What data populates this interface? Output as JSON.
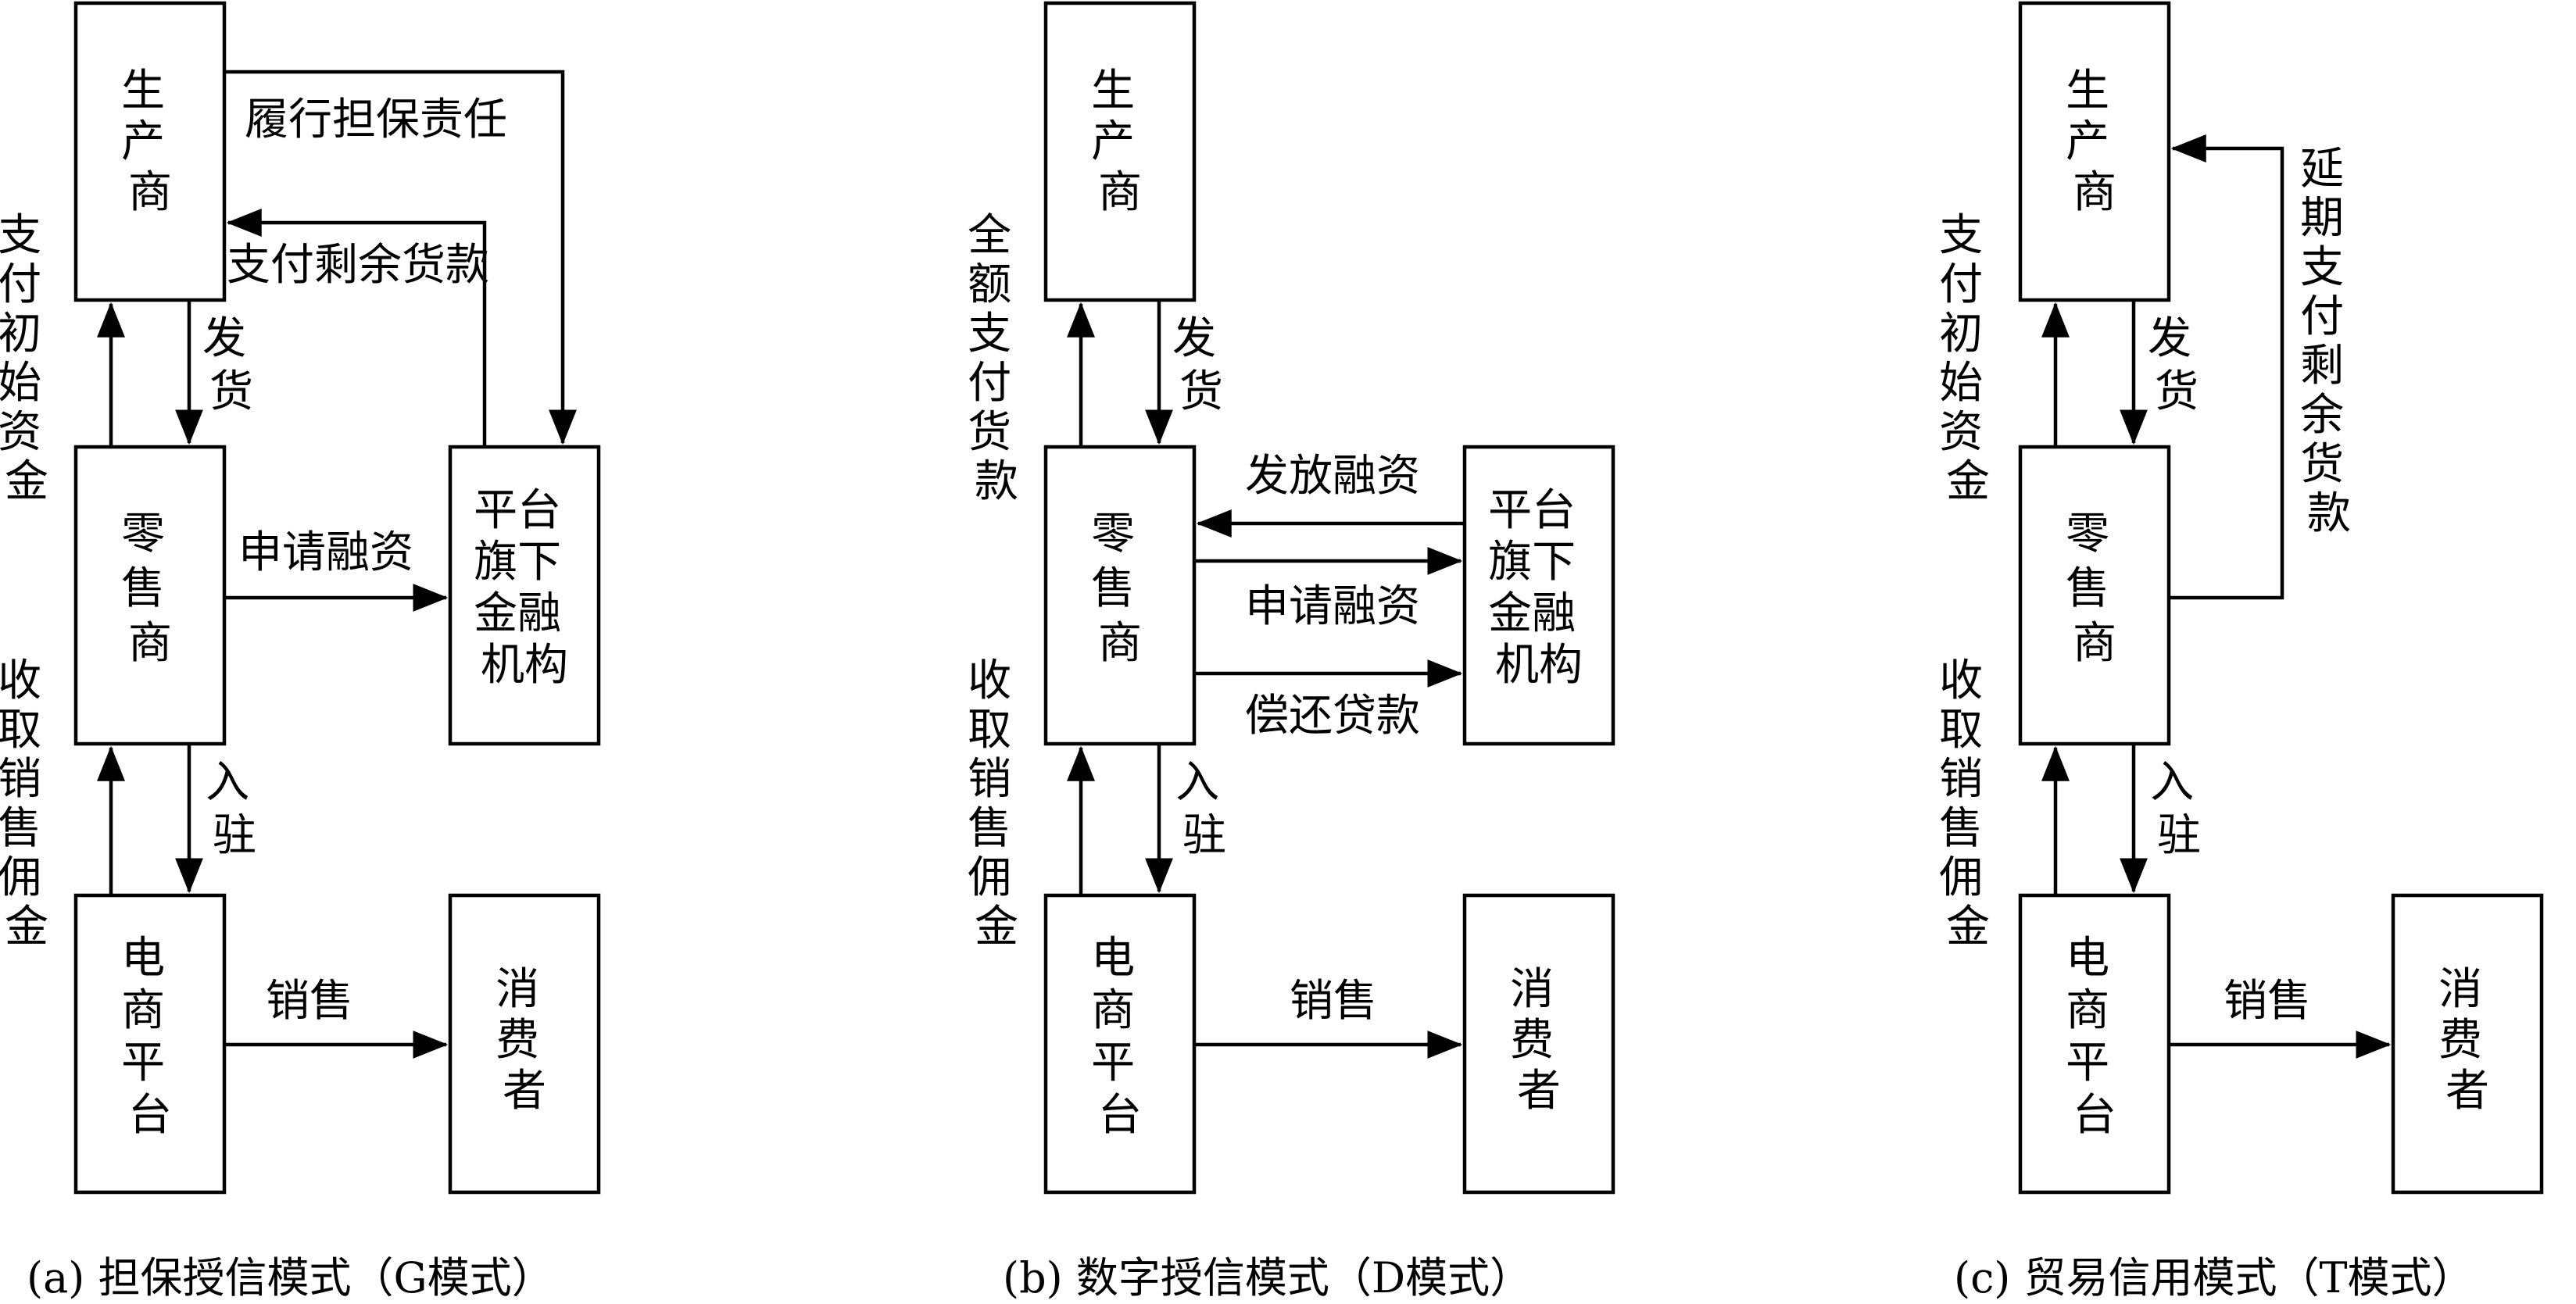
{
  "panels": [
    {
      "caption": "(a) 担保授信模式（G模式）",
      "boxes": {
        "producer": [
          "生",
          "产",
          "商"
        ],
        "retailer": [
          "零",
          "售",
          "商"
        ],
        "platform": [
          "电",
          "商",
          "平",
          "台"
        ],
        "consumer": [
          "消",
          "费",
          "者"
        ],
        "finance": [
          "平台",
          "旗下",
          "金融",
          "机构"
        ]
      },
      "labels": {
        "guarantee": "履行担保责任",
        "pay_remaining": "支付剩余货款",
        "ship": [
          "发",
          "货"
        ],
        "pay_initial": [
          "支",
          "付",
          "初",
          "始",
          "资",
          "金"
        ],
        "apply": "申请融资",
        "commission": [
          "收",
          "取",
          "销",
          "售",
          "佣",
          "金"
        ],
        "join": [
          "入",
          "驻"
        ],
        "sell": "销售"
      }
    },
    {
      "caption": "(b) 数字授信模式（D模式）",
      "boxes": {
        "producer": [
          "生",
          "产",
          "商"
        ],
        "retailer": [
          "零",
          "售",
          "商"
        ],
        "platform": [
          "电",
          "商",
          "平",
          "台"
        ],
        "consumer": [
          "消",
          "费",
          "者"
        ],
        "finance": [
          "平台",
          "旗下",
          "金融",
          "机构"
        ]
      },
      "labels": {
        "full_pay": [
          "全",
          "额",
          "支",
          "付",
          "货",
          "款"
        ],
        "ship": [
          "发",
          "货"
        ],
        "issue": "发放融资",
        "apply": "申请融资",
        "repay": "偿还贷款",
        "commission": [
          "收",
          "取",
          "销",
          "售",
          "佣",
          "金"
        ],
        "join": [
          "入",
          "驻"
        ],
        "sell": "销售"
      }
    },
    {
      "caption": "(c) 贸易信用模式（T模式）",
      "boxes": {
        "producer": [
          "生",
          "产",
          "商"
        ],
        "retailer": [
          "零",
          "售",
          "商"
        ],
        "platform": [
          "电",
          "商",
          "平",
          "台"
        ],
        "consumer": [
          "消",
          "费",
          "者"
        ]
      },
      "labels": {
        "pay_initial": [
          "支",
          "付",
          "初",
          "始",
          "资",
          "金"
        ],
        "ship": [
          "发",
          "货"
        ],
        "deferred": [
          "延",
          "期",
          "支",
          "付",
          "剩",
          "余",
          "货",
          "款"
        ],
        "commission": [
          "收",
          "取",
          "销",
          "售",
          "佣",
          "金"
        ],
        "join": [
          "入",
          "驻"
        ],
        "sell": "销售"
      }
    }
  ]
}
